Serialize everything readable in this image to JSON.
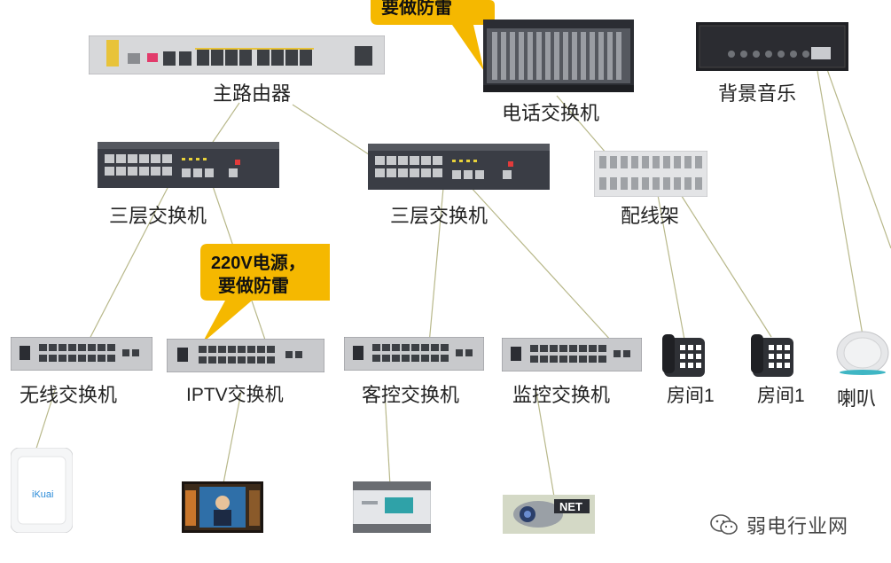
{
  "callouts": {
    "top_line": "要做防雷",
    "mid_line1": "220V电源，",
    "mid_line2": "要做防雷"
  },
  "labels": {
    "main_router": "主路由器",
    "phone_switch": "电话交换机",
    "bg_music": "背景音乐",
    "l3_switch_left": "三层交换机",
    "l3_switch_right": "三层交换机",
    "patch_panel": "配线架",
    "wireless_switch": "无线交换机",
    "iptv_switch": "IPTV交换机",
    "guest_switch": "客控交换机",
    "monitor_switch": "监控交换机",
    "room1_a": "房间1",
    "room1_b": "房间1",
    "speaker": "喇叭"
  },
  "device_text": {
    "ap_brand": "iKuai",
    "camera_badge": "NET"
  },
  "watermark": "弱电行业网",
  "colors": {
    "callout": "#F5B800",
    "link_line": "#B8B88A",
    "device_dark": "#3a3d45",
    "device_light": "#c8c9cc"
  }
}
